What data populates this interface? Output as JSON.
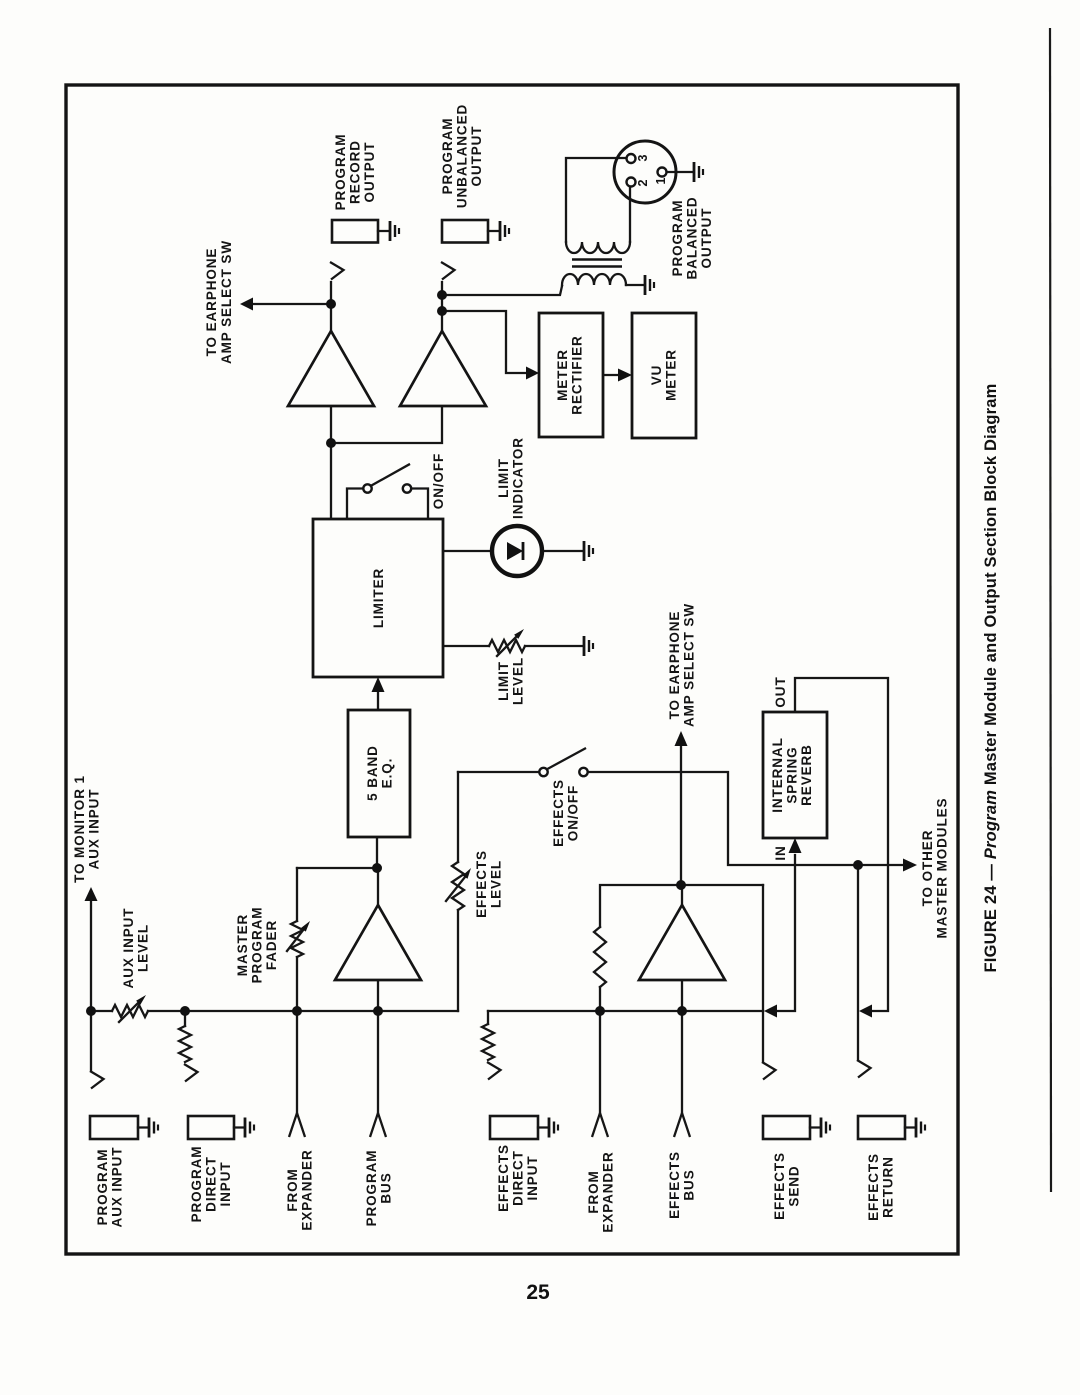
{
  "page": {
    "number": "25"
  },
  "caption": {
    "figure_prefix": "FIGURE 24 — ",
    "figure_italic": "Program",
    "figure_suffix": " Master Module and Output Section Block Diagram"
  },
  "blocks": {
    "limiter": [
      "LIMITER"
    ],
    "five_band_eq": [
      "5 BAND",
      "E.Q."
    ],
    "meter_rectifier": [
      "METER",
      "RECTIFIER"
    ],
    "vu_meter": [
      "VU",
      "METER"
    ],
    "internal_spring_reverb": [
      "INTERNAL",
      "SPRING",
      "REVERB"
    ],
    "reverb_in": "IN",
    "reverb_out": "OUT"
  },
  "connector": {
    "pin1": "1",
    "pin2": "2",
    "pin3": "3"
  },
  "labels": {
    "to_earphone_top": [
      "TO EARPHONE",
      "AMP SELECT SW"
    ],
    "program_record_output": [
      "PROGRAM",
      "RECORD",
      "OUTPUT"
    ],
    "program_unbalanced_output": [
      "PROGRAM",
      "UNBALANCED",
      "OUTPUT"
    ],
    "program_balanced_output": [
      "PROGRAM",
      "BALANCED",
      "OUTPUT"
    ],
    "on_off": [
      "ON/OFF"
    ],
    "limit_indicator": [
      "LIMIT",
      "INDICATOR"
    ],
    "limit_level": [
      "LIMIT",
      "LEVEL"
    ],
    "to_earphone_mid": [
      "TO EARPHONE",
      "AMP SELECT SW"
    ],
    "effects_on_off": [
      "EFFECTS",
      "ON/OFF"
    ],
    "effects_level": [
      "EFFECTS",
      "LEVEL"
    ],
    "to_other_master_modules": [
      "TO OTHER",
      "MASTER MODULES"
    ],
    "to_monitor_aux": [
      "TO MONITOR 1",
      "AUX INPUT"
    ],
    "aux_input_level": [
      "AUX INPUT",
      "LEVEL"
    ],
    "master_program_fader": [
      "MASTER",
      "PROGRAM",
      "FADER"
    ],
    "program_aux_input": [
      "PROGRAM",
      "AUX INPUT"
    ],
    "program_direct_input": [
      "PROGRAM",
      "DIRECT",
      "INPUT"
    ],
    "from_expander_program": [
      "FROM",
      "EXPANDER"
    ],
    "program_bus": [
      "PROGRAM",
      "BUS"
    ],
    "effects_direct_input": [
      "EFFECTS",
      "DIRECT",
      "INPUT"
    ],
    "from_expander_effects": [
      "FROM",
      "EXPANDER"
    ],
    "effects_bus": [
      "EFFECTS",
      "BUS"
    ],
    "effects_send": [
      "EFFECTS",
      "SEND"
    ],
    "effects_return": [
      "EFFECTS",
      "RETURN"
    ]
  },
  "colors": {
    "ink": "#141414",
    "paper": "#fdfdfb"
  }
}
